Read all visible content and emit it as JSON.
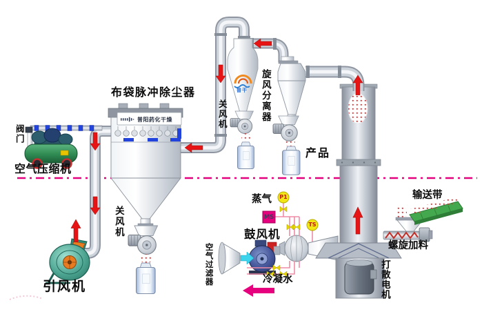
{
  "diagram": {
    "labels": {
      "valve": "阀门",
      "air_compressor": "空气压缩机",
      "bag_filter_title": "布袋脉冲除尘器",
      "banner_text": "普阳药化干燥",
      "airlock_filter": "关风机",
      "airlock_cyclone": "关风机",
      "cyclone_separator": "旋风分离器",
      "product": "产品",
      "induced_draft_fan": "引风机",
      "air_filter": "空气过滤器",
      "blower": "鼓风机",
      "steam": "蒸气",
      "gauge_p1": "P1",
      "valve_ms": "MS",
      "gauge_ts": "TS",
      "condensate": "冷凝水",
      "disperse_motor": "打散电机",
      "screw_feeder": "螺旋加料",
      "conveyor_belt": "输送带",
      "cyclone_logo_text": "普干"
    },
    "colors": {
      "flow_arrow_red": "#e61414",
      "boundary_magenta": "#e4007c",
      "steam_line_pink": "#f08ca6",
      "clamp_blue": "#2244dd",
      "instrument_yellow": "#f2e714",
      "ms_box_magenta": "#e6007e",
      "conveyor_green": "#43a84e",
      "compressor_green": "#2f8a52",
      "id_fan_teal": "#49a28e",
      "blower_blue": "#45569a",
      "pipe_gray": "#ccd2d9"
    }
  }
}
